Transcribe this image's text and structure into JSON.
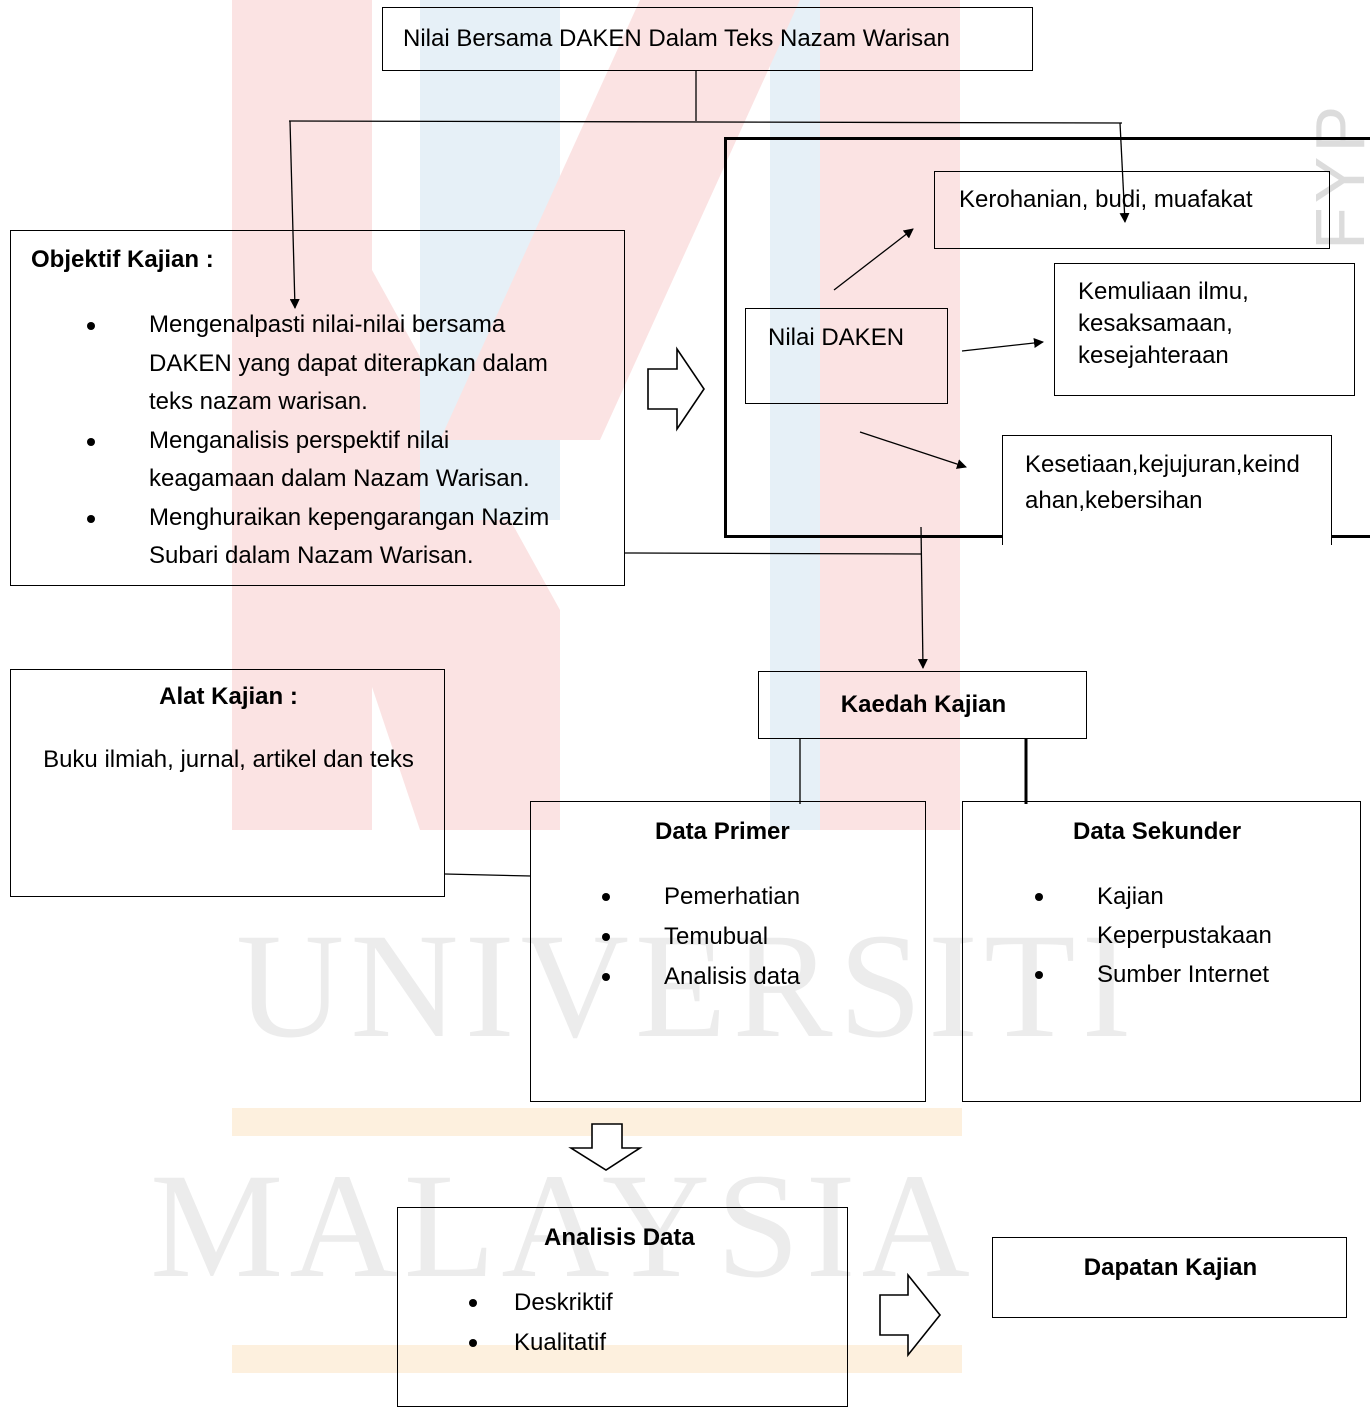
{
  "colors": {
    "watermark_red": "#fbe3e3",
    "watermark_blue": "#e6f0f7",
    "watermark_orange": "#fdf0de",
    "watermark_text": "#ececec",
    "line": "#000000"
  },
  "watermark": {
    "line1": "UNIVERSITI",
    "line2": "MALAYSIA",
    "corner": "FYP F"
  },
  "title_box": {
    "text": "Nilai Bersama DAKEN Dalam Teks Nazam Warisan"
  },
  "objektif": {
    "heading": "Objektif Kajian :",
    "items": [
      "Mengenalpasti nilai-nilai bersama DAKEN yang dapat diterapkan dalam teks nazam warisan.",
      "Menganalisis perspektif nilai keagamaan dalam Nazam Warisan.",
      "Menghuraikan kepengarangan Nazim Subari dalam Nazam Warisan."
    ]
  },
  "nilai": {
    "center": "Nilai DAKEN",
    "top": "Kerohanian, budi, muafakat",
    "middle": "Kemuliaan ilmu, kesaksamaan, kesejahteraan",
    "bottom": "Kesetiaan,kejujuran,keindahan,kebersihan"
  },
  "alat": {
    "heading": "Alat Kajian :",
    "text": "Buku ilmiah, jurnal, artikel dan teks"
  },
  "kaedah": {
    "text": "Kaedah Kajian"
  },
  "primer": {
    "heading": "Data Primer",
    "items": [
      "Pemerhatian",
      "Temubual",
      "Analisis data"
    ]
  },
  "sekunder": {
    "heading": "Data Sekunder",
    "items": [
      "Kajian Keperpustakaan",
      "Sumber Internet"
    ]
  },
  "analisis": {
    "heading": "Analisis Data",
    "items": [
      "Deskriktif",
      "Kualitatif"
    ]
  },
  "dapatan": {
    "text": "Dapatan Kajian"
  }
}
